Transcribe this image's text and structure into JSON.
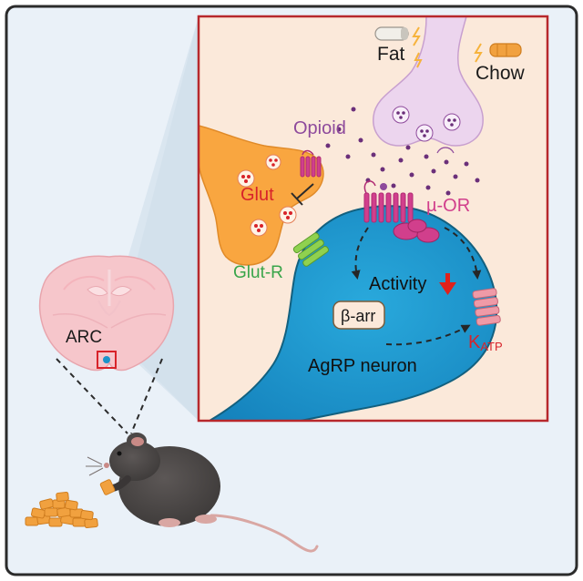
{
  "labels": {
    "fat": "Fat",
    "chow": "Chow",
    "opioid": "Opioid",
    "glut": "Glut",
    "mu_or": "µ-OR",
    "glut_r": "Glut-R",
    "activity": "Activity",
    "beta_arr": "β-arr",
    "k": "K",
    "atp": "ATP",
    "agrp_neuron": "AgRP neuron",
    "arc": "ARC"
  },
  "colors": {
    "background": "#eaf1f8",
    "inset_background": "#fbe9da",
    "inset_border": "#b7282c",
    "neuron_fill": "#1c93c9",
    "neuron_stroke": "#12607f",
    "opioid_text": "#8e4a9c",
    "opioid_terminal": "#ecd5ee",
    "glut_text": "#d8232a",
    "glut_terminal": "#f9a640",
    "receptor": "#d13f8c",
    "glut_r": "#7cc242",
    "glut_r_text": "#39a54a",
    "k_atp_channel": "#ef9aa7",
    "k_atp_text": "#d8232a",
    "arrow_down": "#e0211b",
    "chow_food": "#f1a13f",
    "mouse": "#4c4847"
  },
  "icons": [
    "fat-pellet-icon",
    "chow-pellet-icon",
    "lightning-icon",
    "brain-section-icon",
    "mouse-icon",
    "down-arrow-icon",
    "inhibition-icon"
  ]
}
